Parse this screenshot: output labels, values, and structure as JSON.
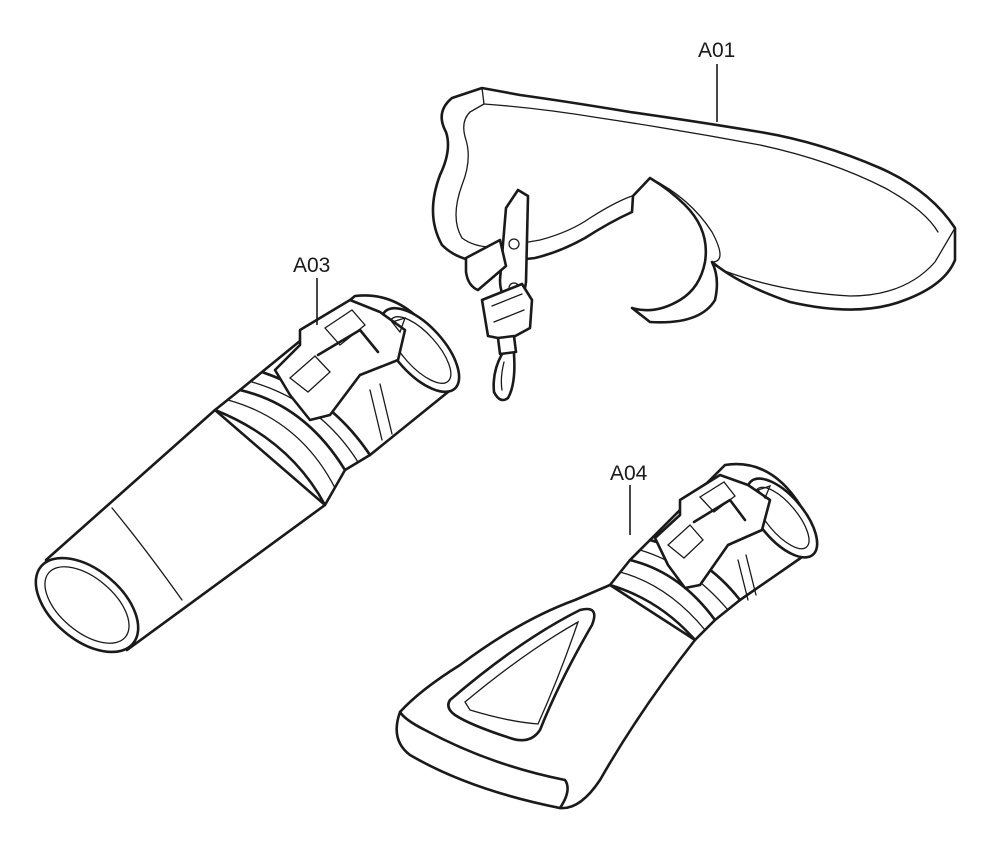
{
  "parts": [
    {
      "id": "strap",
      "label": "A01",
      "icon": "shoulder-strap-icon"
    },
    {
      "id": "round-nozzle",
      "label": "A03",
      "icon": "round-nozzle-icon"
    },
    {
      "id": "flat-nozzle",
      "label": "A04",
      "icon": "flat-nozzle-icon"
    }
  ],
  "colors": {
    "line": "#1a1a1a",
    "background": "#ffffff"
  }
}
